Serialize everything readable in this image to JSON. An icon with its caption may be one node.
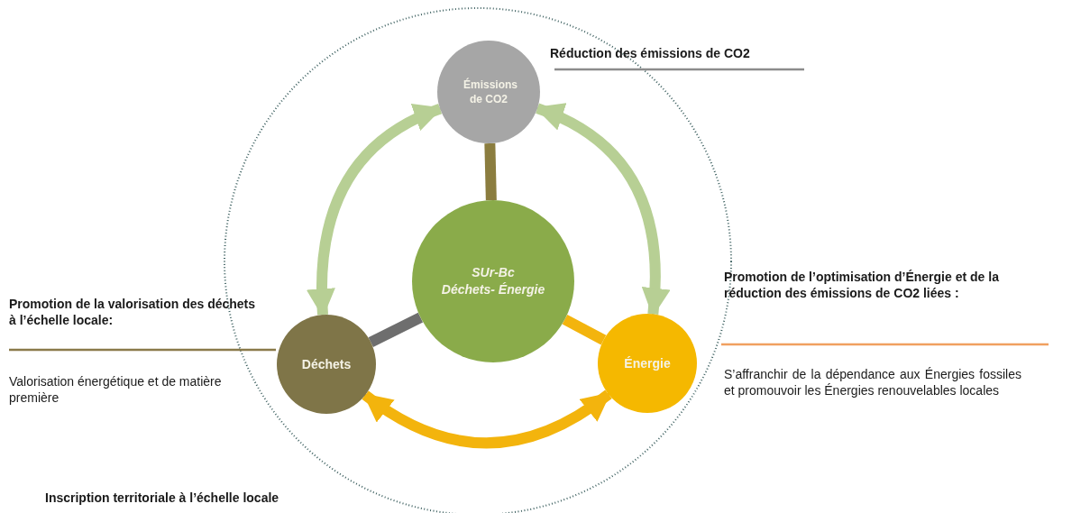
{
  "diagram": {
    "nodes": [
      {
        "text": [
          "Émissions de CO2"
        ]
      },
      {
        "text": [
          "SUr-Bc",
          "Déchets- Énergie"
        ]
      },
      {
        "text": [
          "Déchets"
        ]
      },
      {
        "text": [
          "Énergie"
        ]
      }
    ],
    "edges": [
      {
        "from": 2,
        "to": 0,
        "arrow": "both",
        "color": "#b7cf94"
      },
      {
        "from": 3,
        "to": 0,
        "arrow": "both",
        "color": "#b7cf94"
      },
      {
        "from": 2,
        "to": 3,
        "arrow": "both",
        "color": "#f3b40d"
      },
      {
        "from": 1,
        "to": 0,
        "arrow": "none",
        "color": "#8b7d3f"
      },
      {
        "from": 1,
        "to": 2,
        "arrow": "none",
        "color": "#6e6e6e"
      },
      {
        "from": 1,
        "to": 3,
        "arrow": "none",
        "color": "#f3b40d"
      }
    ],
    "labels": [
      "Réduction des émissions de CO2",
      "Promotion de la valorisation des déchets à l’échelle locale:",
      "Valorisation énergétique et de matière première",
      "Promotion de l’optimisation d’Énergie et de la réduction des émissions de CO2 liées :",
      "S’affranchir de la dépendance aux Énergies fossiles et promouvoir les Énergies renouvelables locales",
      "Inscription territoriale à l’échelle locale"
    ]
  }
}
